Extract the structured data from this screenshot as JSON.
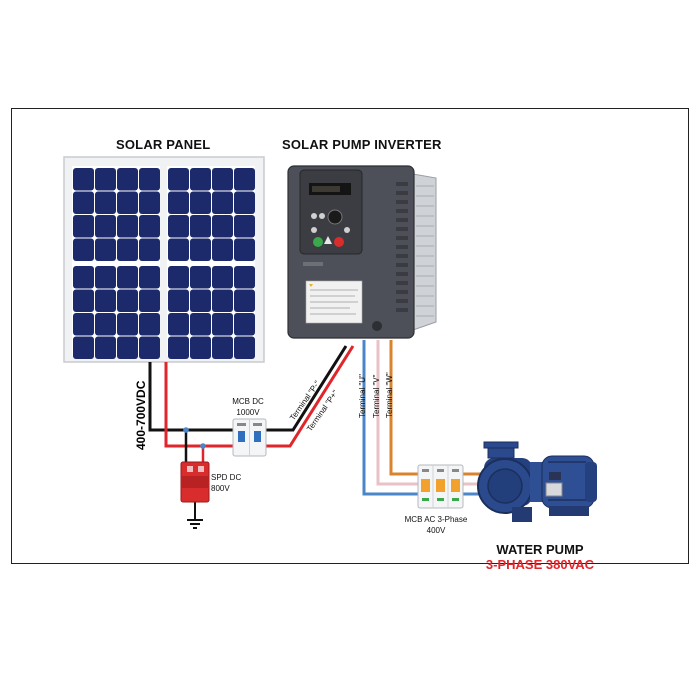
{
  "labels": {
    "solar_panel": "SOLAR PANEL",
    "inverter": "SOLAR PUMP INVERTER",
    "voltage_dc": "400-700VDC",
    "mcb_dc_line1": "MCB DC",
    "mcb_dc_line2": "1000V",
    "spd_line1": "SPD DC",
    "spd_line2": "800V",
    "mcb_ac_line1": "MCB AC 3-Phase",
    "mcb_ac_line2": "400V",
    "pump_title": "WATER PUMP",
    "pump_sub": "3-PHASE 380VAC",
    "term_pminus": "Terminal \"P-\"",
    "term_pplus": "Terminal \"P+\"",
    "term_u": "Terminal \"U\"",
    "term_v": "Terminal \"V\"",
    "term_w": "Terminal \"W\""
  },
  "colors": {
    "wire_positive": "#e0262b",
    "wire_negative": "#111111",
    "wire_u": "#4a86c8",
    "wire_v": "#e8c2c6",
    "wire_w": "#d9832e",
    "cell": "#1c2a6b",
    "inverter_body": "#4d5058",
    "pump_body": "#25407e",
    "accent_red": "#e0262b"
  }
}
